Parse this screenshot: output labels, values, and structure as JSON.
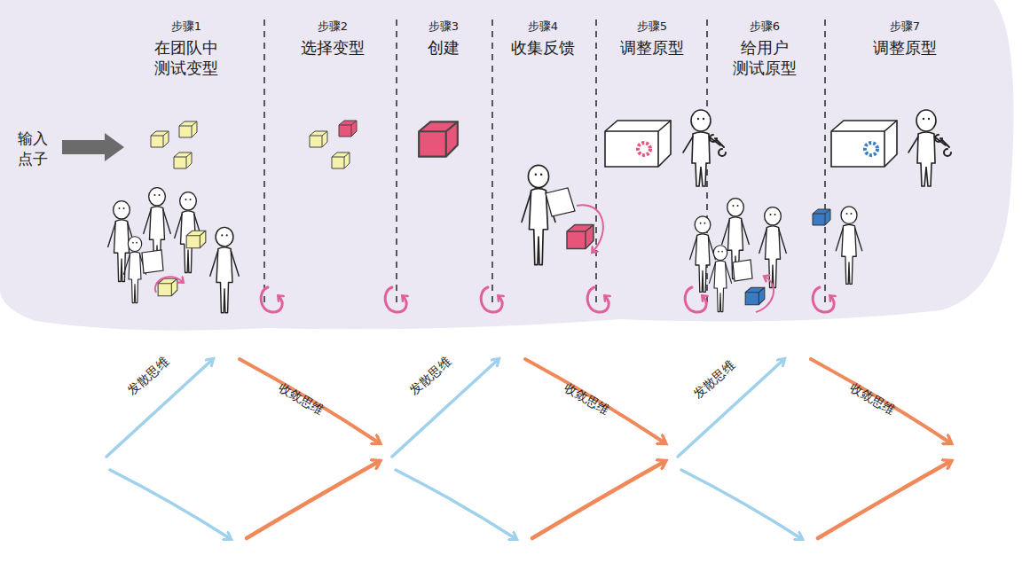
{
  "diagram": {
    "labels": [
      "步骤1",
      "在团队中 测试变型",
      "步骤2",
      "选择变型",
      "步骤3",
      "创建",
      "步骤4",
      "收集反馈",
      "步骤5",
      "调整原型",
      "步骤6",
      "给用户 测试原型",
      "步骤7",
      "调整原型",
      "输入 点子",
      "发散思维",
      "收敛思维",
      "发散思维",
      "收敛思维",
      "发散思维",
      "收敛思维"
    ]
  }
}
